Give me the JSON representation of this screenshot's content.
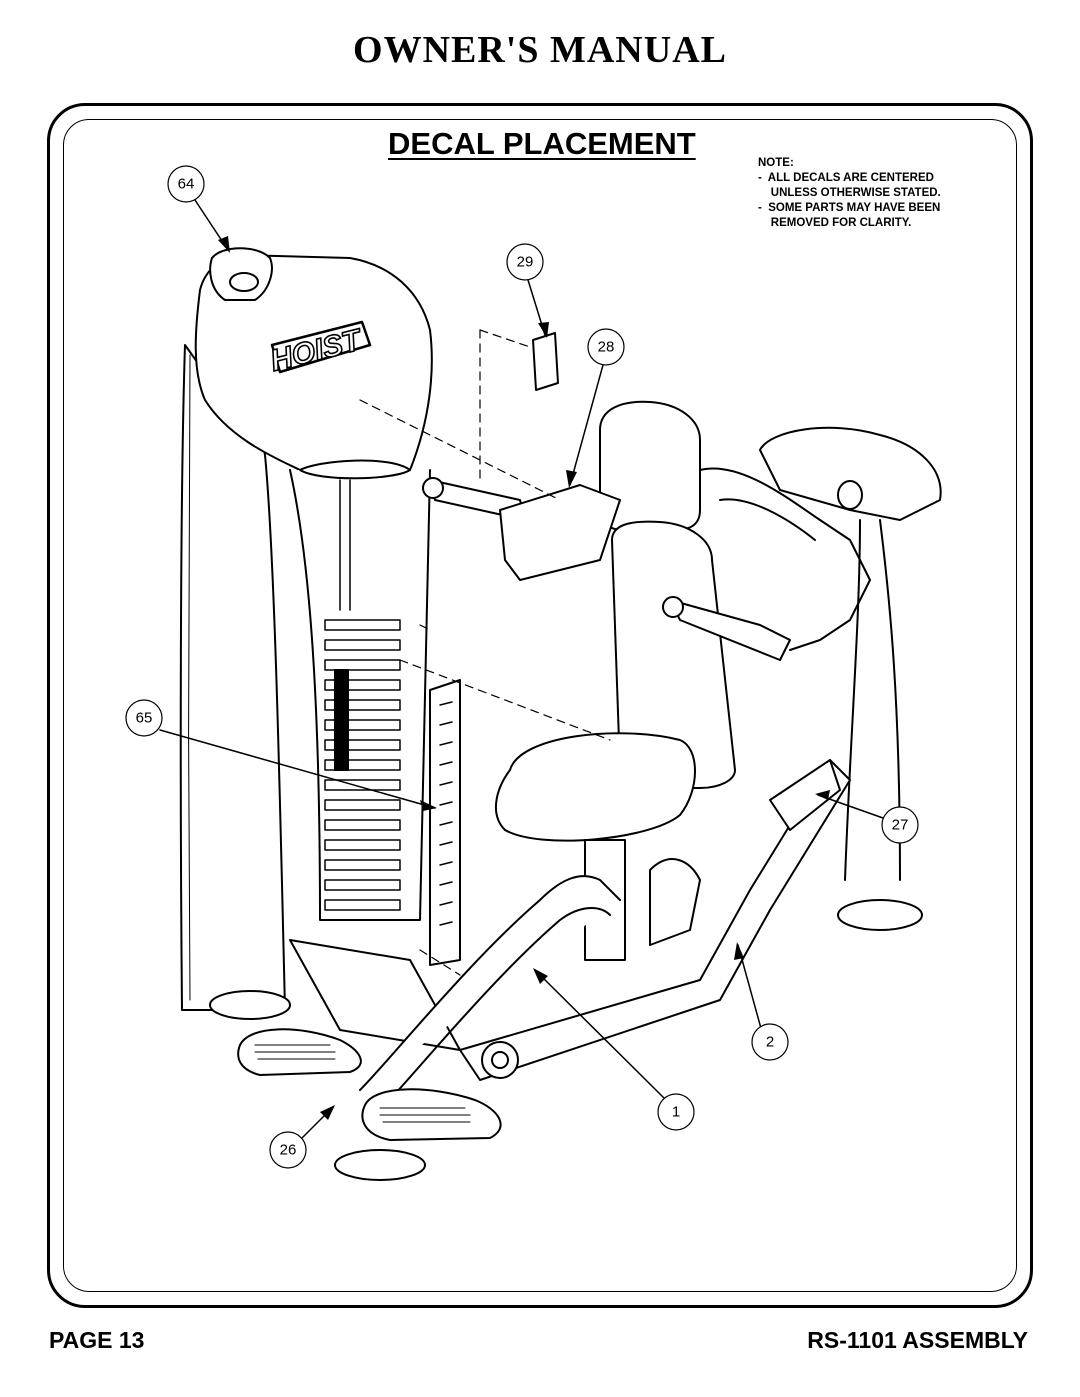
{
  "header": {
    "title": "OWNER'S MANUAL"
  },
  "section": {
    "title": "DECAL PLACEMENT"
  },
  "note": {
    "lines": [
      "NOTE:",
      "-  ALL DECALS ARE CENTERED",
      "    UNLESS OTHERWISE STATED.",
      "-  SOME PARTS MAY HAVE BEEN",
      "    REMOVED FOR CLARITY."
    ]
  },
  "callouts": {
    "c64": "64",
    "c29": "29",
    "c28": "28",
    "c65": "65",
    "c27": "27",
    "c2": "2",
    "c1": "1",
    "c26": "26"
  },
  "logo": {
    "text": "HOIST"
  },
  "footer": {
    "page": "PAGE 13",
    "assembly": "RS-1101 ASSEMBLY"
  }
}
